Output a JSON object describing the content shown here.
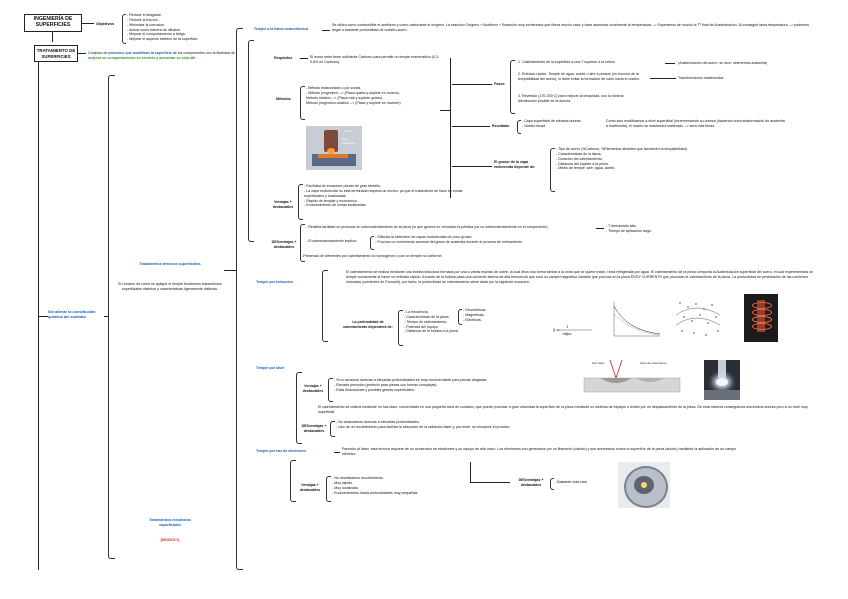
{
  "title_box": "INGENIERÍA DE SUPERFICIES",
  "objetivos_label": "Objetivos",
  "objetivos_items": "- Reducir el desgaste.\n- Reducir la fricción.\n- Minimizar la corrosión.\n- Actuar como barrera de difusión.\n- Mejorar el comportamiento a fatiga.\n- Mejorar el aspecto estético de la superficie.",
  "tratamiento_box": "TRATAMIENTO DE SUPERFICIES",
  "tratamiento_desc_1": "Conjunto de ",
  "tratamiento_desc_2": "procesos que modifican la superficie",
  "tratamiento_desc_3": " de los componentes con la finalidad de ",
  "tratamiento_desc_4": "mejorar su comportamiento en servicio y aumentar su vida útil.",
  "sin_alterar": "Sin alterar la constitución química del sustrato",
  "termicos_title": "Tratamientos térmicos superficiales",
  "termicos_desc": "En función de cómo se aplique el temple tendremos tratamientos superficiales distintos y características ligeramente distintas.",
  "mecanicos_title": "Tratamientos mecánicos superficiales",
  "mecanicos_note": "(NOOO!!!)",
  "temple_fases_title": "Temple a la llama oxiacetilénica",
  "temple_fases_desc": "Se utiliza como combustible el acetileno y como carburante el oxígeno. La reacción Oxígeno + Acetileno + Reacción muy exotérmica que libera mucho calor y hace aumentar localmente la temperatura --> Superamos de mucho la Tº final de Austenización. Al conseguir tanta temperatura --> podemos llegar a bastante profundidad de nuestro acero.",
  "requisitos_label": "Requisitos",
  "requisitos_text": "El acero debe tener suficiente Carbono para permitir un temple martensítico (0,3-0,6% en Carbono).",
  "metodos_label": "Métodos",
  "metodos_items": "- Método estacionario o por zonas.\n- Método progresivo  --> (Placa quieta y soplete en mueva).\n  Método rotativo  --> (Placa rota y soplete quieto).\n  Método progresivo-rotativo --> (Placa y soplete se mueven)",
  "pasos_label": "Pasos",
  "pasos_1": "1. Calentamiento de la superficie a una T superior a la crítica",
  "pasos_1_note": "(Austenización del acero, se dice: obtenemos austenita)",
  "pasos_2": "2. Enfriado rápido: Temple de agua, aceite o aire a presión (en función de la templabilidad del acero), lo debe evitar la formación de calor hacia el núcleo.",
  "pasos_2_note": "Transformación martensítica",
  "pasos_3": "3. Revenido (170-200 C) para mejorar la tenacidad, con la mínima disminución posible de la dureza.",
  "resultado_label": "Resultado",
  "resultado_items": "- Capa superficial de elevada dureza.\n- Núcleo tenaz.",
  "resultado_note": "Como solo modificamos a nivel superficial (incrementando su dureza (haciendo una transformación de austenita a martensita), el núcleo se mantendrá inalterado --> será más tenaz.",
  "grosor_label": "El grosor de la capa endurecida depende de:",
  "grosor_items": "- Tipo de acero (%Carbono, %Elementos aleantes que favorecen la templabilidad).\n- Características de la llama.\n- Duración del calentamiento.\n- Distancia del soplete a la pieza.\n- Medio de temple: aire, agua, aceite.",
  "ventajas_label": "Ventajas + destacables",
  "ventajas_items": "- Facilidad de encarecer piezas de gran tamaño.\n- La capa endurecida no está terminada respecto al núcleo, ya que el tratamiento se hace en zonas superficiales y localizadas.\n- Rápido de templar y económico.\n- Endurecimiento de zonas localizadas.",
  "desventajas_label": "DESventajas + destacables",
  "desventajas_1": "- Relativa facilidad en provocar un sobrecalentamiento de la pieza (lo que genera en velocidad la pérdida por un sobrecalentamiento en el componente).",
  "desventajas_1_note": "- T demasiado alta.\n- Tiempo de aplicación largo.",
  "desventajas_2": "- El sobrecalentamiento implica:",
  "desventajas_2_items": "- Dificulta la obtención de capas endurecidas de poco grosor.\n- Provoca un crecimiento anormal del grano de austenita durante el proceso de enfriamiento.",
  "desventajas_3": "-Presencia de diferentes por calentamiento no homogéneo o por un temple no uniforme.",
  "induccion_title": "Temple por inducción",
  "induccion_desc": "El calentamiento se realiza mediante una bobina inductora formada por una o varias espiras de cobre, la cual lleva una forma similar a la zona que se quiere tratar, i está refrigerada por agua. El calentamiento de la pieza comporta la Austenización superficial del acero, el cual experimentará un temple sumamente al hacer un enfriado rápido. A través de la bobina pasa una corriente alterna de alta frecuencia que crea un campo magnético variable que provoca en la pieza EDDY CURRENTS que provocan el calentamiento de la pieza. La profundidad de penetración de las corrientes inducidas (corrientes de Foucault), por tanto, la profundidad de calentamiento viene dada por la siguiente ecuación:",
  "profundidad_label": "La profundidad de calentamiento dependerá de:",
  "profundidad_items": "- La frecuencia.\n- Características de la pieza.\n- Tiempo de calentamiento.\n- Potencia del equipo.\n- Distancia de la bobina a la pieza.",
  "caracteristicas_items": "- Geométricas.\n- Magnéticas.\n- Eléctricas.",
  "laser_title": "Temple por láser",
  "laser_ventajas_label": "Ventajas + destacables",
  "laser_ventajas_items": "- Si no alcanzar durezas a elevadas profundidades es muy recomendable para piezas delgadas.\n- Elevada precisión (perfecto para piezas con formas complejas).\n- Evita distorsiones y posibles grietas superficiales.",
  "laser_desc": "El calentamiento se realiza mediante un haz láser, concentrado en una pequeña área de contacto, que puede provocar a gran velocidad la superficie de la pieza mediante un sistema de espejos o lentes por un desplazamiento de la pieza. De esta manera conseguimos muchísima dureza pero a un nivel muy superficial",
  "laser_desventajas_label": "DESventajas + destacables",
  "laser_desventajas_items": "- No alcanzamos durezas a elevadas profundidades.\n- Uso de un recubrimiento para facilitar la absorción de la radiación láser y, por ende, se encarece el proceso.",
  "haz_title": "Temple por haz de electrones",
  "haz_desc": "Parecido al láser, esta técnica requiere de un acelerador de electrones y un equipo de alto vacío. Los electrones son generados por un filamento (cátodo) y son acelerados contra la superficie de la pieza (ánodo) mediante la aplicación de un campo eléctrico.",
  "haz_ventajas_label": "Ventajas + destacables",
  "haz_ventajas_items": "- No necesitamos recubrimiento.\n- Muy rápido.\n- Muy localizado.\n- Endurecimiento hasta profundidades muy pequeñas.",
  "haz_desventajas_label": "DESventajas + destacables",
  "haz_desventajas_items": "- Bastante más caro",
  "img_label_1": "Llama",
  "img_label_2": "Zona endurecida",
  "img_label_3": "Entrada de agua"
}
